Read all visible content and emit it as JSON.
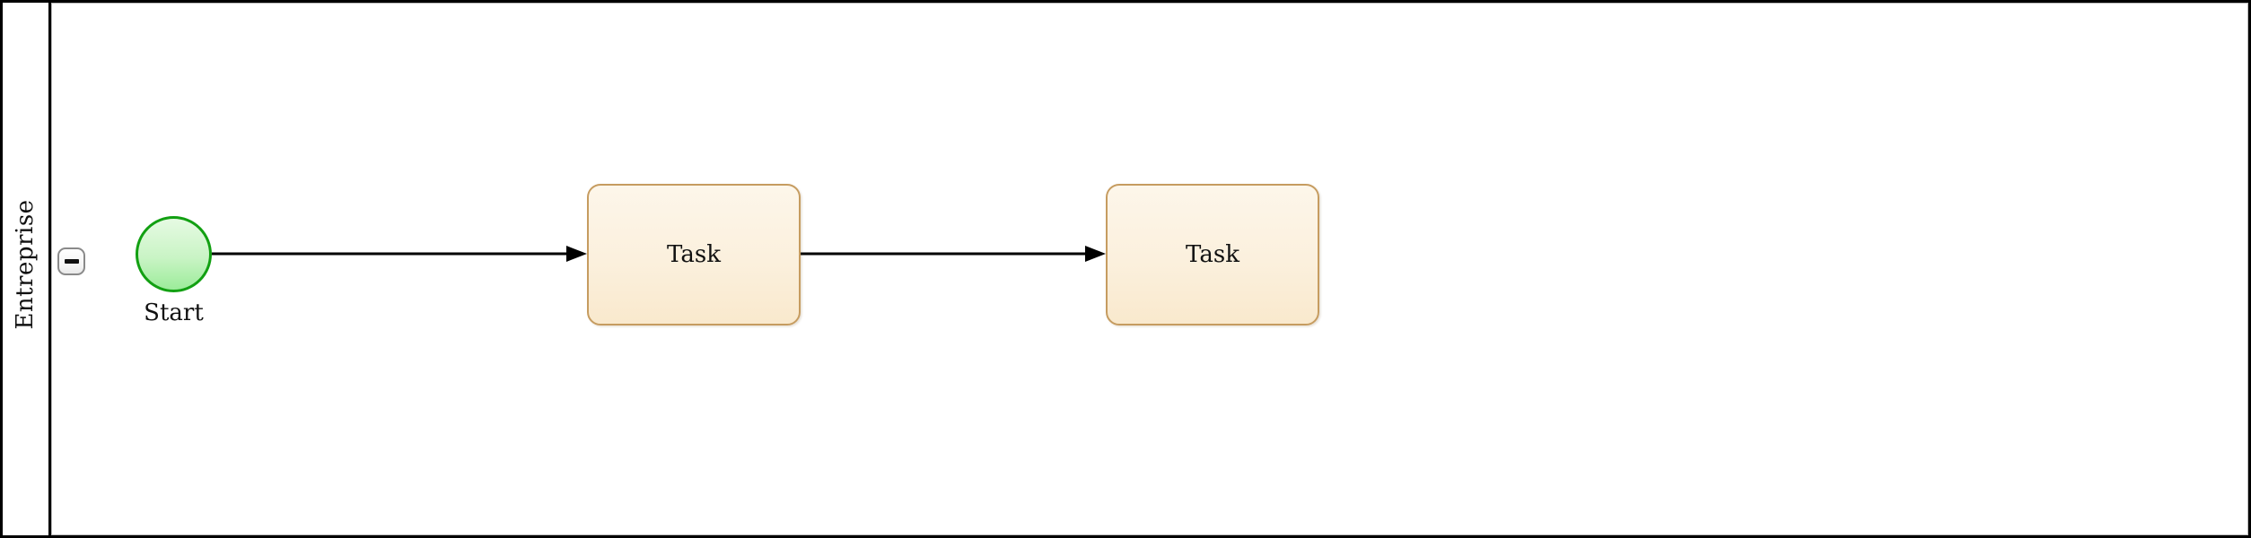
{
  "pool": {
    "label": "Entreprise",
    "collapse_button_icon": "minus"
  },
  "nodes": {
    "start": {
      "type": "start-event",
      "label": "Start"
    },
    "task1": {
      "type": "task",
      "label": "Task"
    },
    "task2": {
      "type": "task",
      "label": "Task"
    }
  },
  "flows": [
    {
      "from": "start",
      "to": "task1"
    },
    {
      "from": "task1",
      "to": "task2"
    }
  ],
  "colors": {
    "event_border": "#12a012",
    "event_fill_top": "#e6fae3",
    "event_fill_bottom": "#9cec9a",
    "task_border": "#c69c60",
    "task_fill_top": "#fdf6ea",
    "task_fill_bottom": "#f9e9cd",
    "flow_stroke": "#000000",
    "pool_border": "#000000",
    "inner_border": "#b9b9b9",
    "button_border": "#8a8a8a",
    "text": "#111111"
  }
}
